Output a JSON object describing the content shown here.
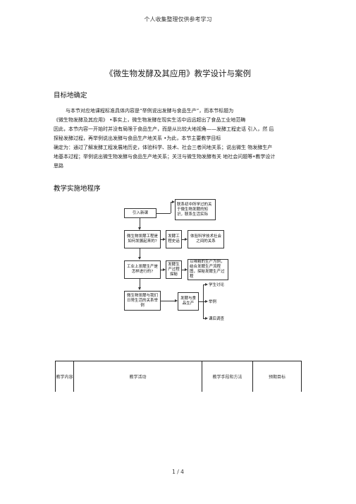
{
  "header": {
    "text": "个人收集整理仅供参考学习"
  },
  "title": "《微生物发酵及其应用》教学设计与案例",
  "section1": {
    "heading": "目标地确定",
    "lines": [
      "与本节对应地课程标准具体内容是“举例说出发酵与食品生产”，而本节标题为",
      "《微生物发酵及其应用》 •事实上，微生物发酵在现实生活中远远超出了食品工业地范畴",
      "因此，本节内容一开始时并没有局限于食品生产，而是从比较大地视角——发酵工程史话 引入，然 后",
      "探秘发酵过程，再举例说出发酵与食品生产地关系                          •为此，本节主要教学目标",
      "确定为：通过了解发酵工程发展地历史，体验科学、技术、社会三者间地关系；说出微生  物发酵生产",
      "地基本过程；举例说出微生物发酵与食品生产地关系；关注与微生物发酵有关 地社会问题等•教学设计",
      "思路"
    ]
  },
  "section2": {
    "heading": "教学实施地程序"
  },
  "flowchart": {
    "intro": "引入新课",
    "recall": "联系初中所学过的关于微生物发酵的知识，联系生活实际",
    "q1": "微生物发酵工程是如何发展起来的?",
    "history": "发酵工程史话",
    "experience": "体验科学技术社会之间的关系",
    "q2": "工业上发酵生产是怎样进行的?",
    "explore": "发酵生产过程探秘",
    "example_process": "以味精的生产为例，结合发酵生产流程图，探秘发酵生产过程",
    "q3": "微生物发酵与我们日常生活的关系举例",
    "food": "发酵与食品生产",
    "discuss": "学生讨论",
    "examples": "举例",
    "survey": "课后调查"
  },
  "table": {
    "headers": [
      "教学内容",
      "教学活动",
      "教学手段和方法",
      "预期目标"
    ]
  },
  "footer": {
    "page": "1 / 4"
  }
}
